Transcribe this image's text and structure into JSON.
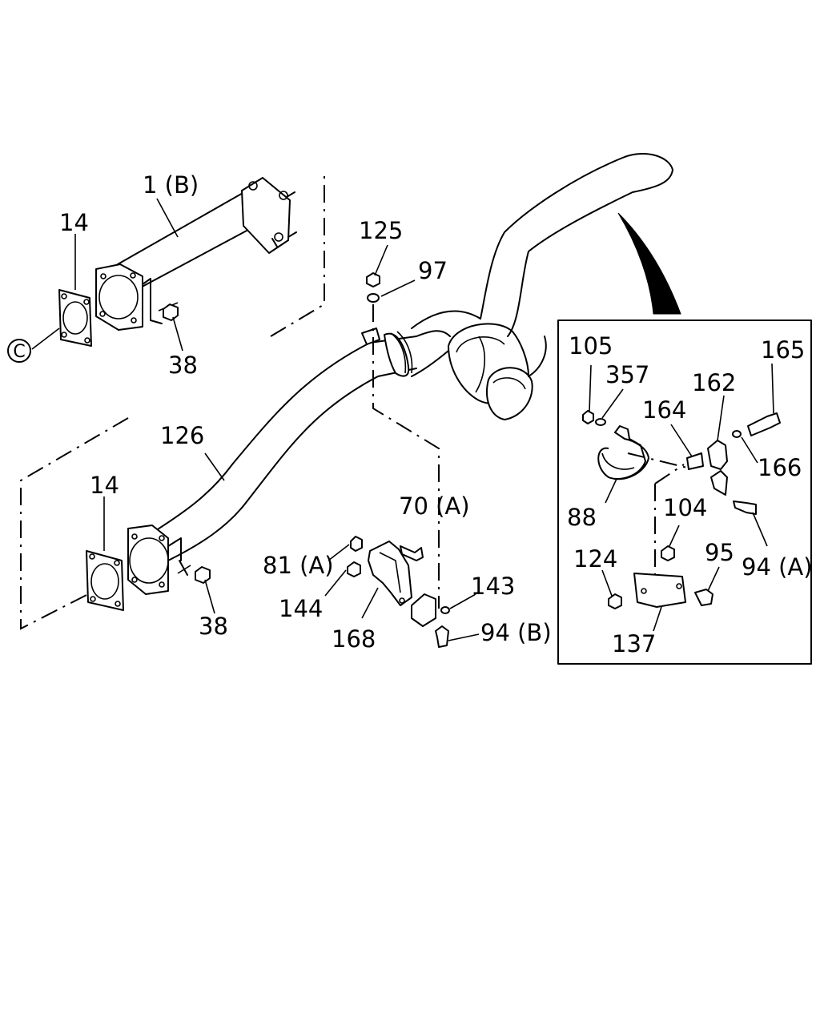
{
  "callouts": {
    "c1b": "1 (B)",
    "c14_top": "14",
    "c14_bottom": "14",
    "c38_top": "38",
    "c38_bottom": "38",
    "c125": "125",
    "c97": "97",
    "c126": "126",
    "c70a": "70 (A)",
    "c81a": "81 (A)",
    "c144": "144",
    "c168": "168",
    "c143": "143",
    "c94b": "94 (B)",
    "c105": "105",
    "c357": "357",
    "c165": "165",
    "c162": "162",
    "c164": "164",
    "c166": "166",
    "c88": "88",
    "c104": "104",
    "c94a": "94 (A)",
    "c124": "124",
    "c95": "95",
    "c137": "137"
  },
  "reference_marker": "C"
}
